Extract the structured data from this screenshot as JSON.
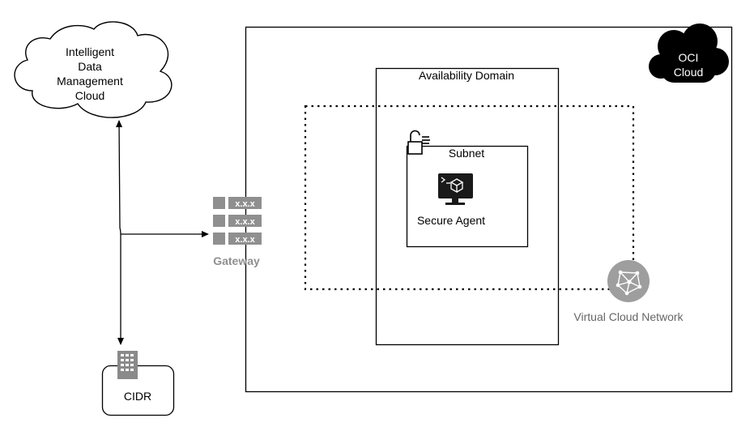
{
  "idmc_cloud": {
    "lines": [
      "Intelligent",
      "Data",
      "Management",
      "Cloud"
    ]
  },
  "oci_cloud": {
    "lines": [
      "OCI",
      "Cloud"
    ]
  },
  "availability_domain": {
    "label": "Availability Domain"
  },
  "subnet": {
    "label": "Subnet"
  },
  "secure_agent": {
    "label": "Secure Agent"
  },
  "gateway": {
    "label": "Gateway",
    "rows": [
      "x.x.x",
      "x.x.x",
      "x.x.x"
    ]
  },
  "vcn": {
    "label": "Virtual Cloud Network"
  },
  "cidr": {
    "label": "CIDR"
  },
  "colors": {
    "line": "#000000",
    "gray_icon": "#9e9e9e",
    "gateway_gray": "#8f8f8f",
    "vcn_text": "#666666",
    "oci_cloud_fill": "#000000"
  }
}
